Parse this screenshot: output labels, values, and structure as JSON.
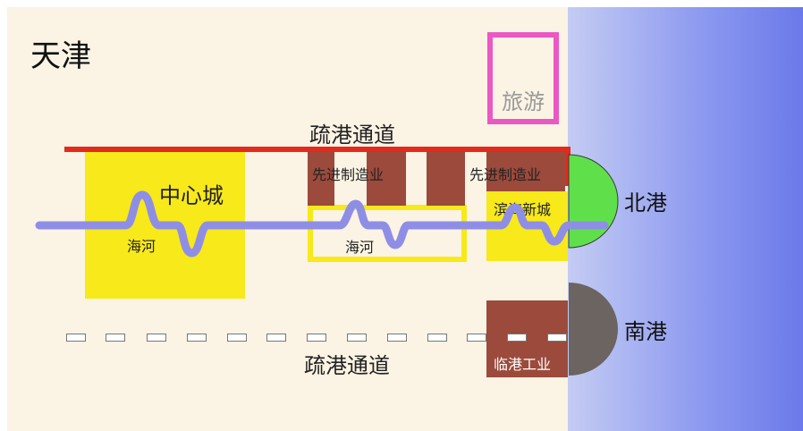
{
  "title": "天津",
  "tourism": "旅游",
  "channel_top": "疏港通道",
  "channel_bottom": "疏港通道",
  "central_city": "中心城",
  "river": "海河",
  "manufacturing": [
    "先进制造业",
    "先进制造业"
  ],
  "binhai": "滨海新城",
  "north_port": "北港",
  "south_port": "南港",
  "lingang": "临港工业",
  "colors": {
    "land": "#fbf3e4",
    "sea": "#8e9bf0",
    "zone_yellow": "#f7e91a",
    "industry_brown": "#9b4a3c",
    "tourism_magenta": "#ea58c4",
    "channel_red": "#e22a1d",
    "river_purple": "#8f8ee6",
    "north_port_green": "#5fe04a",
    "south_port_gray": "#6b6461"
  }
}
